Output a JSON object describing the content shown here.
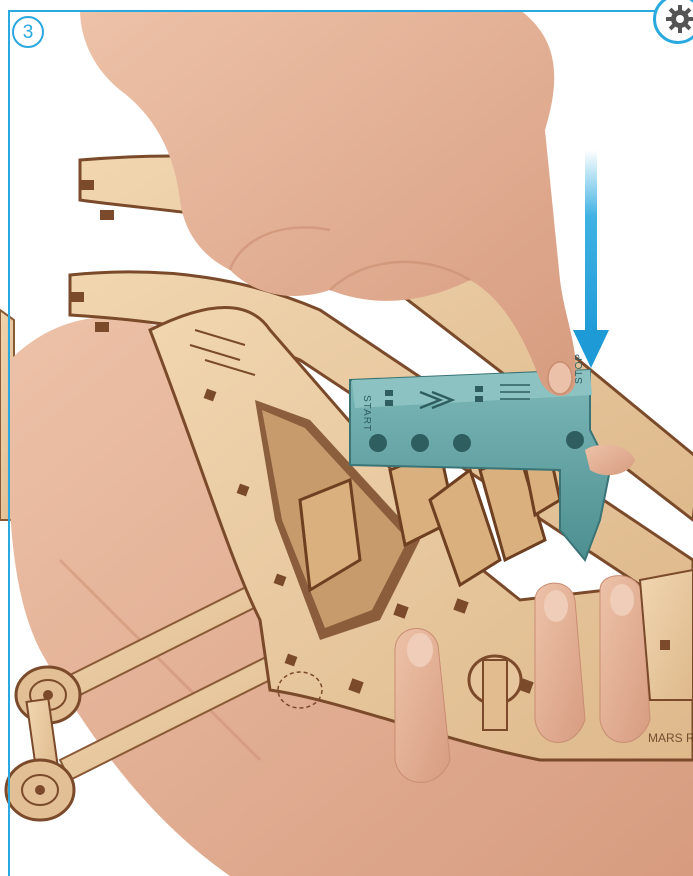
{
  "step": {
    "number": "3"
  },
  "icons": {
    "step_badge": "step-number-circle",
    "gear": "gear-icon",
    "arrow": "down-arrow-icon"
  },
  "colors": {
    "accent": "#2aa9e0",
    "wood": "#e8c9a0",
    "wood_edge": "#8a5a36",
    "teal_part": "#5b9ea0",
    "skin": "#e0ad92"
  },
  "engravings": {
    "start": "START",
    "stop": "STOP",
    "brand": "MARS R"
  }
}
